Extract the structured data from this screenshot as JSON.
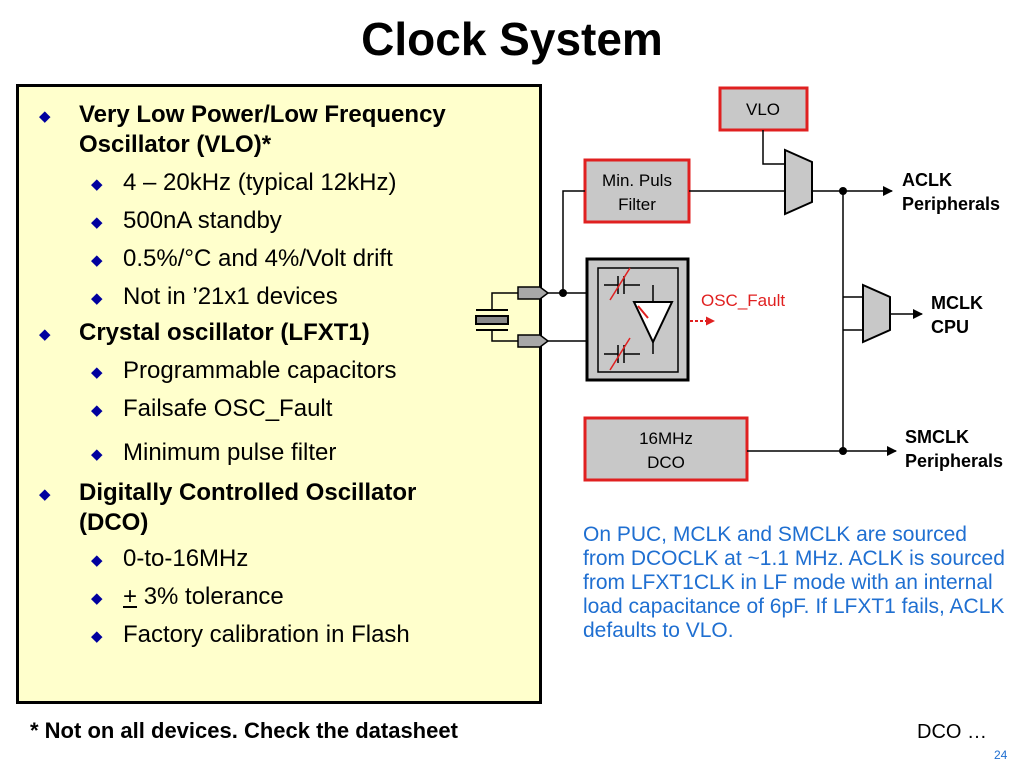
{
  "slide": {
    "title": "Clock System",
    "footnote": "* Not on all devices. Check the datasheet",
    "next_hint": "DCO …",
    "page_number": "24"
  },
  "bullets": {
    "vlo_heading_line1": "Very Low Power/Low Frequency",
    "vlo_heading_line2": "Oscillator (VLO)*",
    "vlo_items": [
      "4 – 20kHz (typical 12kHz)",
      "500nA standby",
      "0.5%/°C and 4%/Volt drift",
      "Not in ’21x1 devices"
    ],
    "lfxt_heading": "Crystal oscillator (LFXT1)",
    "lfxt_items": [
      "Programmable capacitors",
      "Failsafe OSC_Fault",
      "Minimum pulse filter"
    ],
    "dco_heading_line1": "Digitally Controlled Oscillator",
    "dco_heading_line2": "(DCO)",
    "dco_items": [
      "0-to-16MHz",
      "3% tolerance",
      "Factory calibration in Flash"
    ],
    "plus_minus_symbol": "+"
  },
  "diagram": {
    "vlo_label": "VLO",
    "filter_label_line1": "Min. Puls",
    "filter_label_line2": "Filter",
    "osc_fault_label": "OSC_Fault",
    "dco_label_line1": "16MHz",
    "dco_label_line2": "DCO",
    "aclk_line1": "ACLK",
    "aclk_line2": "Peripherals",
    "mclk_line1": "MCLK",
    "mclk_line2": "CPU",
    "smclk_line1": "SMCLK",
    "smclk_line2": "Peripherals"
  },
  "note": "On PUC, MCLK and SMCLK are sourced from DCOCLK at ~1.1 MHz. ACLK is sourced from LFXT1CLK in LF mode with an internal load capacitance of 6pF. If LFXT1 fails, ACLK defaults to VLO.",
  "colors": {
    "bullet_box_bg": "#ffffcc",
    "diamond": "#00009e",
    "note_text": "#1f6fd1",
    "highlight_border": "#e02020",
    "block_fill": "#c8c8c8"
  }
}
